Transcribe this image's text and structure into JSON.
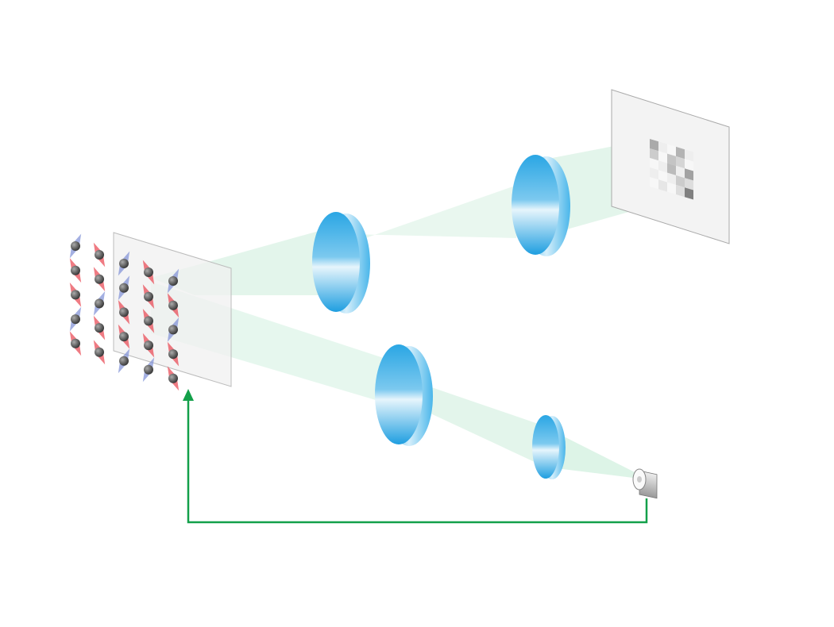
{
  "colors": {
    "lens": "#29a9e6",
    "lens_light": "#bfe6f8",
    "beam": "#8fd9b0",
    "feedback_arrow": "#13a04a",
    "spin_up": "#e8434f",
    "spin_down": "#7e8fd6",
    "atom": "#555555",
    "plane": "#f2f2f2"
  },
  "atom_array": {
    "spins": [
      [
        "blue",
        "red",
        "red",
        "blue",
        "red"
      ],
      [
        "red",
        "red",
        "blue",
        "red",
        "red"
      ],
      [
        "blue",
        "blue",
        "red",
        "red",
        "blue"
      ],
      [
        "red",
        "red",
        "red",
        "red",
        "blue"
      ],
      [
        "blue",
        "red",
        "blue",
        "red",
        "red"
      ]
    ]
  },
  "camera_image": {
    "levels": [
      [
        0.5,
        0.1,
        0.05,
        0.45,
        0.1
      ],
      [
        0.3,
        0.05,
        0.35,
        0.25,
        0.05
      ],
      [
        0.05,
        0.1,
        0.4,
        0.1,
        0.55
      ],
      [
        0.1,
        0.05,
        0.1,
        0.3,
        0.2
      ],
      [
        0.05,
        0.15,
        0.05,
        0.2,
        0.75
      ]
    ]
  }
}
